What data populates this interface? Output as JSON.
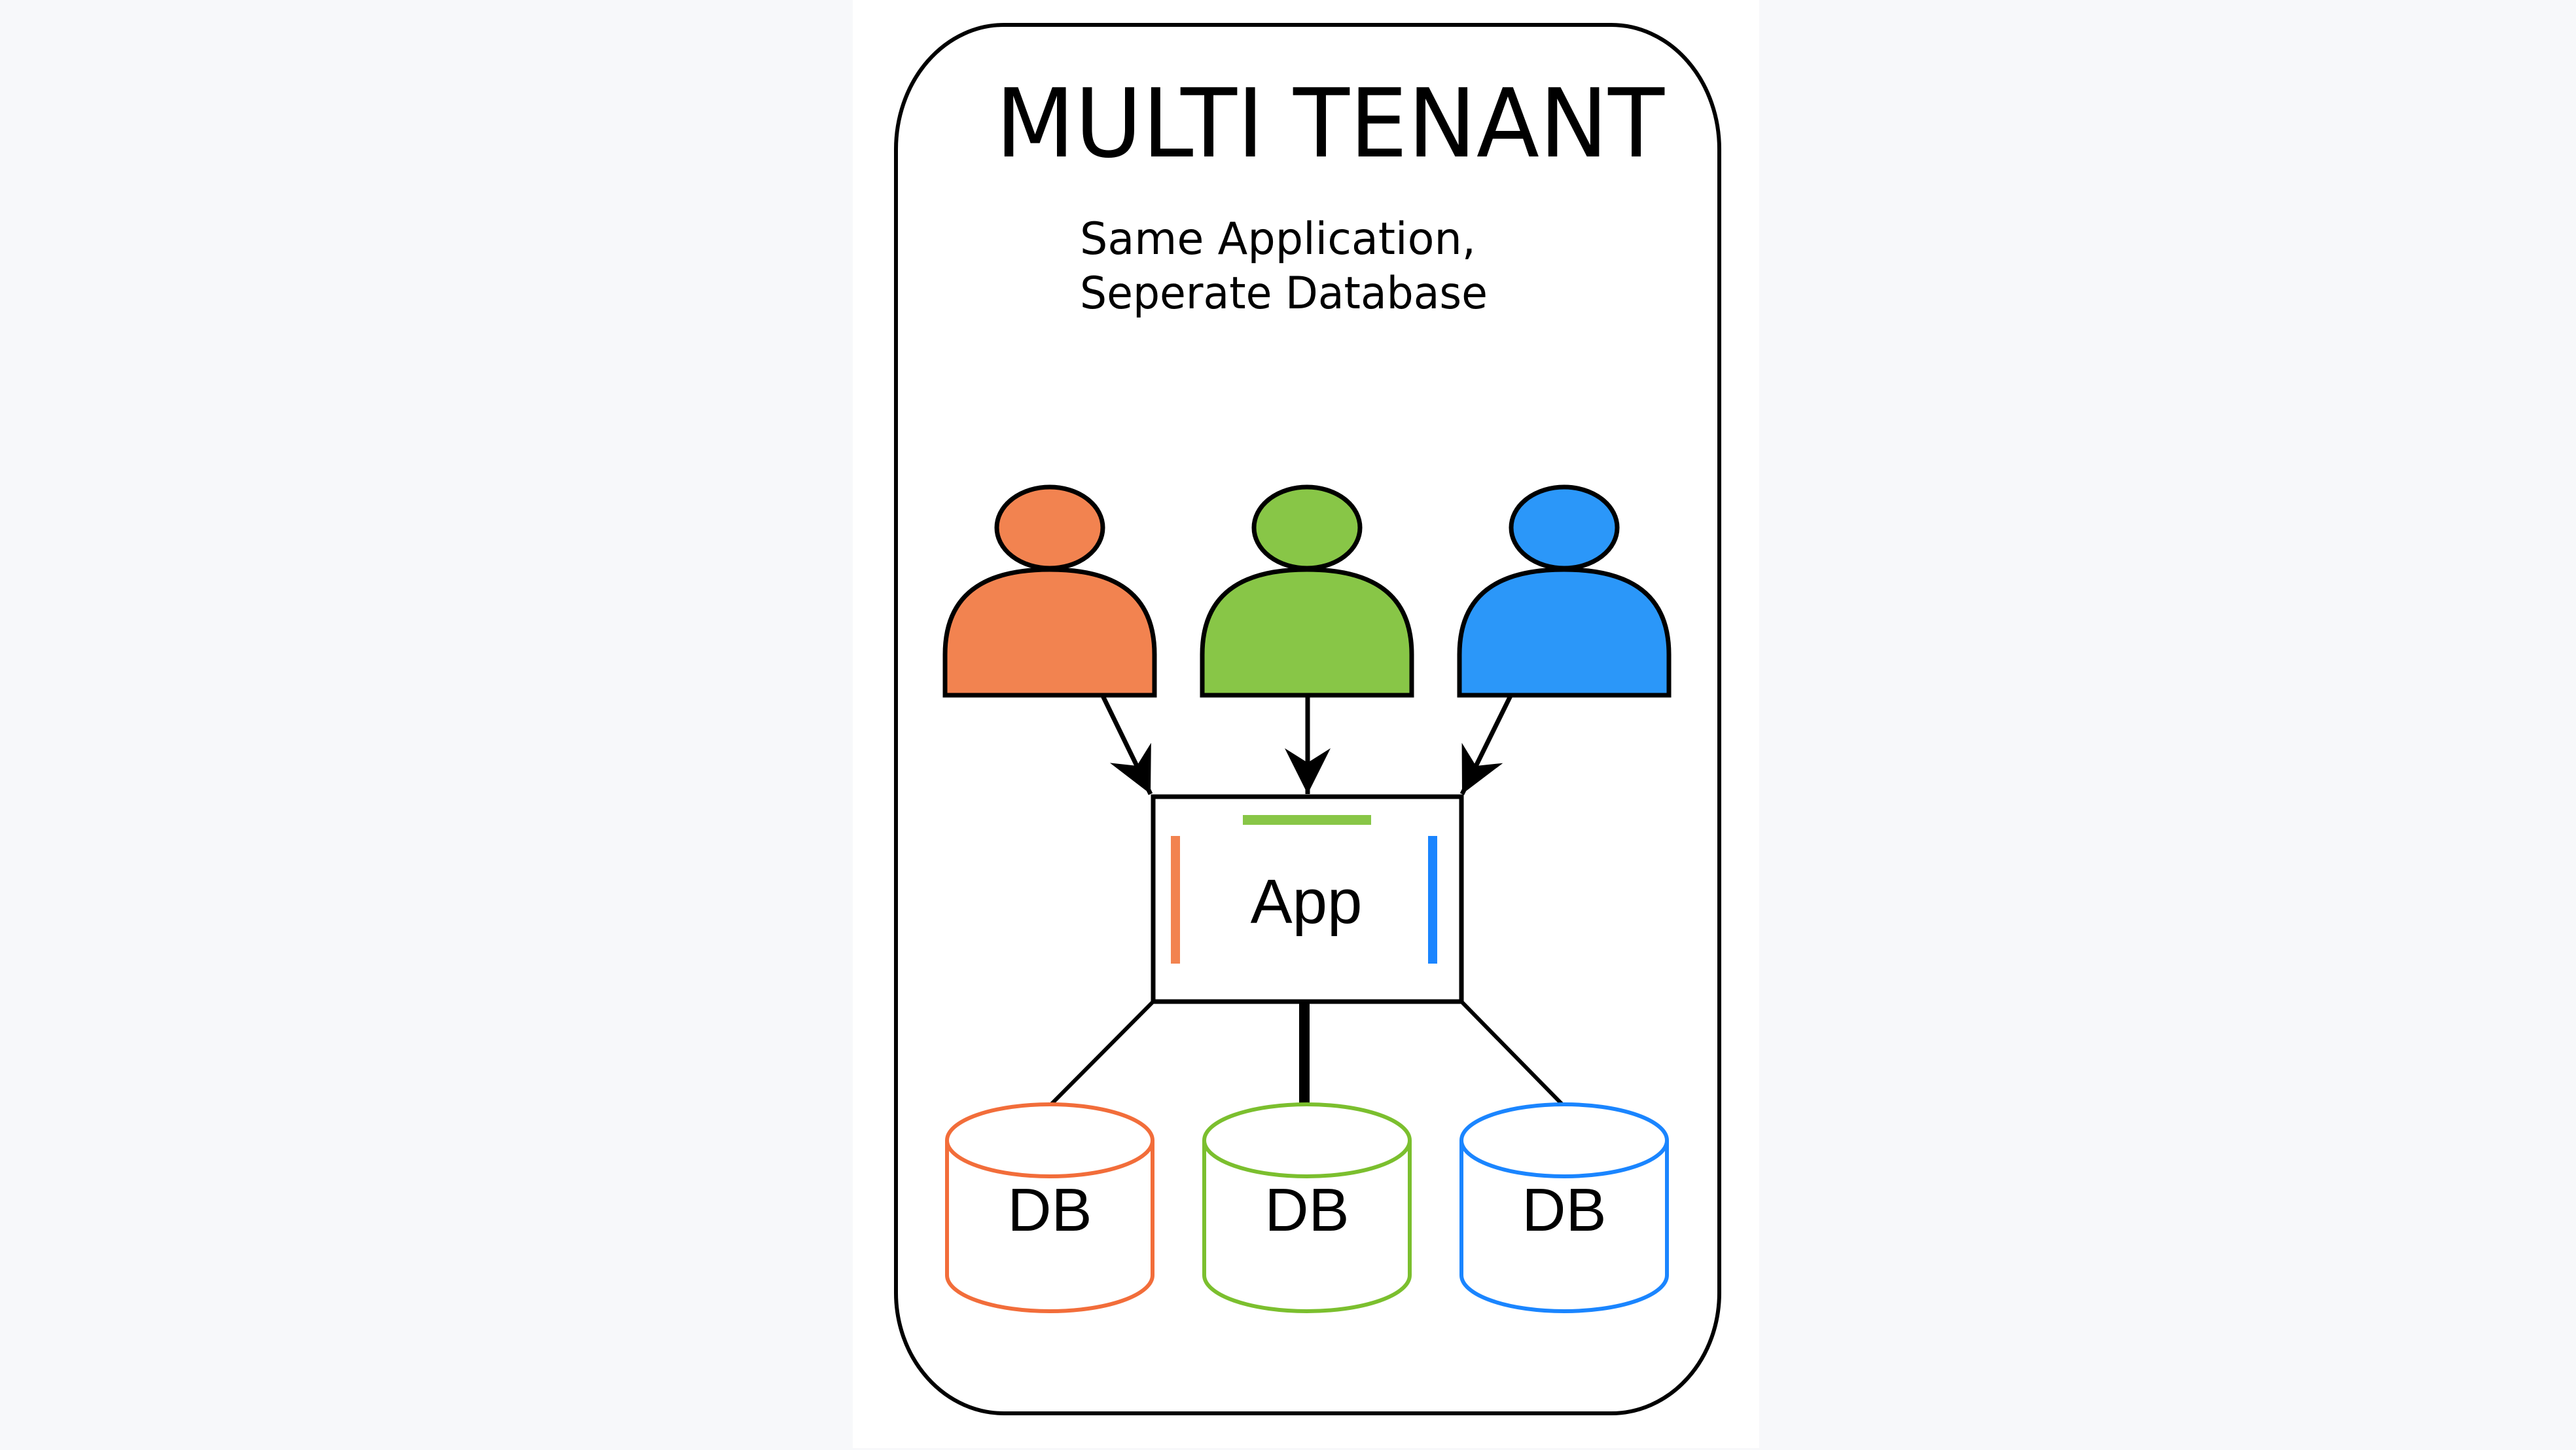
{
  "diagram": {
    "title": "MULTI TENANT",
    "subtitle_lines": [
      "Same Application,",
      "Seperate Database"
    ],
    "app_label": "App",
    "tenants": [
      {
        "name": "tenant-orange",
        "fill": "#f28350",
        "db_stroke": "#f26d3a",
        "db_label": "DB"
      },
      {
        "name": "tenant-green",
        "fill": "#88c647",
        "db_stroke": "#7bbf2e",
        "db_label": "DB"
      },
      {
        "name": "tenant-blue",
        "fill": "#2b97f9",
        "db_stroke": "#1a85ff",
        "db_label": "DB"
      }
    ],
    "outline_color": "#000000",
    "background_color": "#f7f8fa",
    "panel_color": "#ffffff"
  }
}
